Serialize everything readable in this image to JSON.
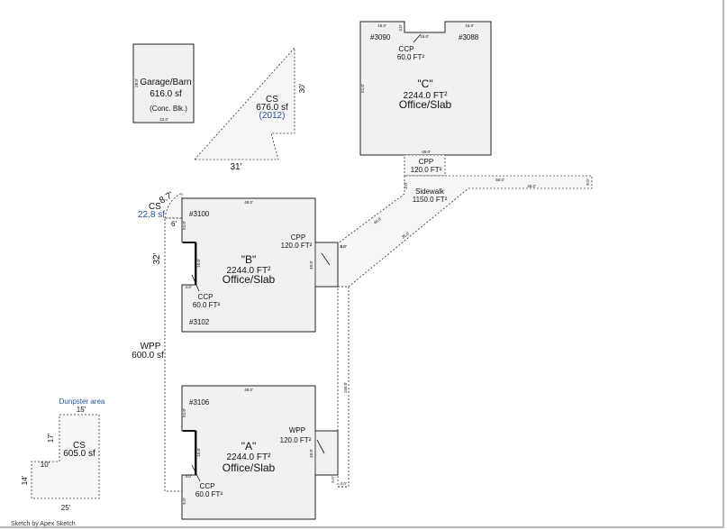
{
  "footer": "Sketch by Apex Sketch",
  "garage": {
    "name": "Garage/Barn",
    "area": "616.0 sf",
    "note": "(Conc. Blk.)",
    "top_dim": "22.0'",
    "side_dim": "28.0'"
  },
  "cs_top": {
    "name": "CS",
    "area": "676.0 sf",
    "year": "(2012)",
    "dim_side": "30'",
    "dim_bottom": "31'"
  },
  "building_c": {
    "name": "\"C\"",
    "area": "2244.0 FT²",
    "type": "Office/Slab",
    "unit_left": "#3090",
    "unit_right": "#3088",
    "ccp_label": "CCP",
    "ccp_area": "60.0 FT²",
    "top_dim_left": "16.0'",
    "top_dim_center": "16.0'",
    "top_dim_right": "16.0'",
    "notch_dim": "4.0'",
    "side_dim": "51.0'",
    "bottom_dim": "48.0'"
  },
  "cpp_c": {
    "name": "CPP",
    "area": "120.0 FT²"
  },
  "sidewalk": {
    "name": "Sidewalk",
    "area": "1150.0 FT²",
    "dim1": "50.0'",
    "dim2": "45.0'",
    "dim3": "40.0'",
    "dim4": "35.0'",
    "dim5": "8.0'",
    "dim6": "5.0'",
    "dim7": "3.0'"
  },
  "cs_small": {
    "name": "CS",
    "area": "22.8 sf",
    "dim_a": "8.7'",
    "dim_b": "6'"
  },
  "building_b": {
    "name": "\"B\"",
    "area": "2244.0 FT²",
    "type": "Office/Slab",
    "unit_top": "#3100",
    "unit_bottom": "#3102",
    "top_dim": "48.0'",
    "cpp_label": "CPP",
    "cpp_area": "120.0 FT²",
    "ccp_label": "CCP",
    "ccp_area": "60.0 FT²",
    "ccp_dim": "4.0'",
    "ccp_side": "15.0'",
    "side_dim": "51.0'",
    "cpp_dim": "4.0'",
    "cpp_side": "40.0'"
  },
  "wpp": {
    "name": "WPP",
    "area": "600.0 sf",
    "dim": "32'"
  },
  "building_a": {
    "name": "\"A\"",
    "area": "2244.0 FT²",
    "type": "Office/Slab",
    "unit_top": "#3106",
    "top_dim": "48.0'",
    "wpp_label": "WPP",
    "wpp_area": "120.0 FT²",
    "ccp_label": "CCP",
    "ccp_area": "60.0 FT²",
    "ccp_dim": "4.0'",
    "ccp_side": "15.0'",
    "side_dim": "51.0'",
    "wpp_side": "40.0'",
    "walk_dim": "150.0'",
    "walk_side": "5.0'",
    "walk_bottom": "4.0'"
  },
  "dumpster": {
    "label": "Dunpster area",
    "name": "CS",
    "area": "605.0 sf",
    "dim_top": "15'",
    "dim_left": "17'",
    "dim_mid": "10'",
    "dim_low": "14'",
    "dim_bottom": "25'"
  }
}
